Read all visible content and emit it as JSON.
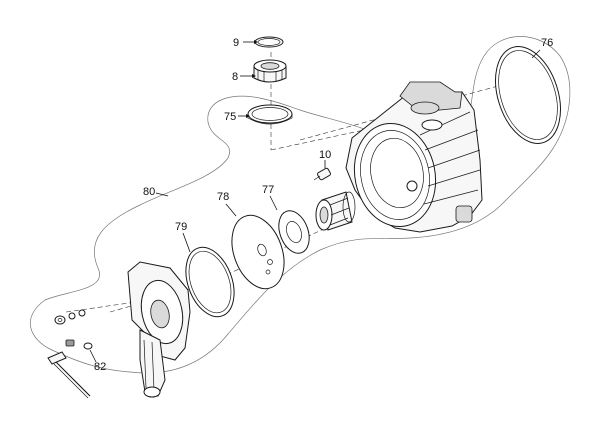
{
  "diagram": {
    "callouts": [
      {
        "id": "c9",
        "label": "9"
      },
      {
        "id": "c8",
        "label": "8"
      },
      {
        "id": "c75",
        "label": "75"
      },
      {
        "id": "c76",
        "label": "76"
      },
      {
        "id": "c10",
        "label": "10"
      },
      {
        "id": "c80",
        "label": "80"
      },
      {
        "id": "c78",
        "label": "78"
      },
      {
        "id": "c77",
        "label": "77"
      },
      {
        "id": "c79",
        "label": "79"
      },
      {
        "id": "c82",
        "label": "82"
      }
    ]
  }
}
